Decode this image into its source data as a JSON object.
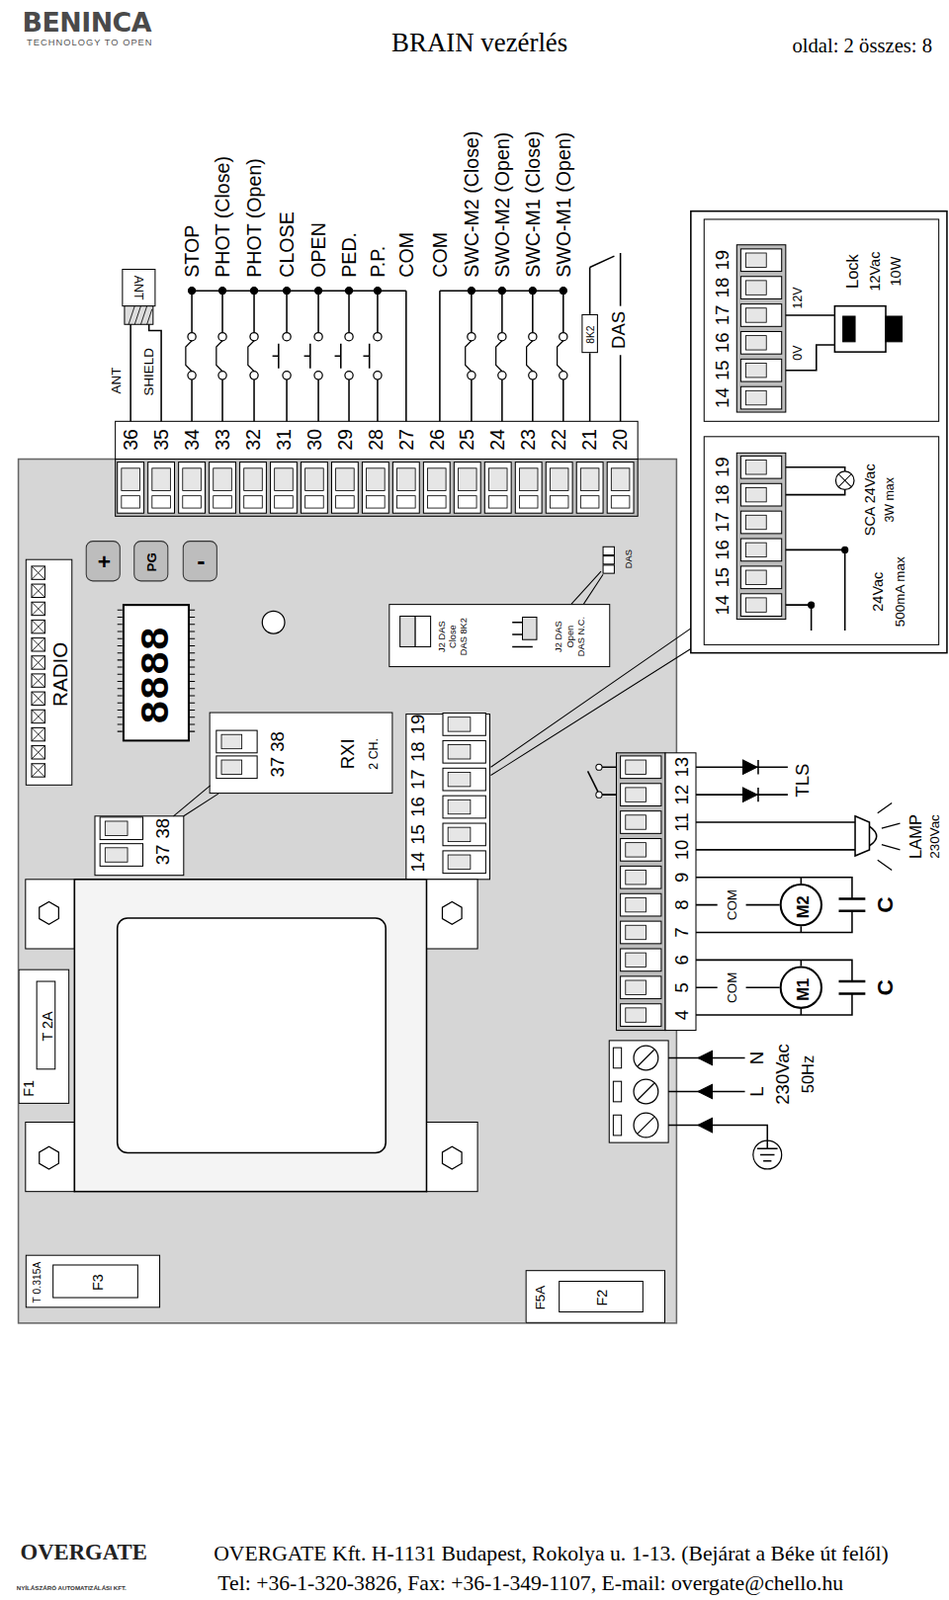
{
  "diagram": {
    "title": "BRAIN vezérlés",
    "nodes": [
      {
        "text": [
          "8888"
        ]
      },
      {
        "text": [
          "+"
        ]
      },
      {
        "text": [
          "PG"
        ]
      },
      {
        "text": [
          "-"
        ]
      },
      {
        "text": [
          "RADIO"
        ]
      },
      {
        "text": [
          "RXI",
          "2 CH."
        ]
      },
      {
        "text": [
          "J2 DAS",
          "Close",
          "DAS 8K2",
          "J2 DAS",
          "Open",
          "DAS N.C."
        ]
      },
      {
        "text": [
          "T 2A",
          "F1"
        ]
      },
      {
        "text": [
          "T 0.315A",
          "F3"
        ]
      },
      {
        "text": [
          "F5A",
          "F2"
        ]
      },
      {
        "text": [
          "M2"
        ]
      },
      {
        "text": [
          "M1"
        ]
      },
      {
        "text": [
          "8K2"
        ]
      }
    ],
    "labels": [
      "BENINCA",
      "TECHNOLOGY TO OPEN",
      "oldal: 2 összes: 8",
      "STOP",
      "PHOT (Close)",
      "PHOT (Open)",
      "CLOSE",
      "OPEN",
      "PED.",
      "P.P.",
      "COM",
      "COM",
      "SWC-M2 (Close)",
      "SWO-M2 (Open)",
      "SWC-M1 (Close)",
      "SWO-M1 (Open)",
      "DAS",
      "ANT",
      "SHIELD",
      "ANT",
      "36",
      "35",
      "34",
      "33",
      "32",
      "31",
      "30",
      "29",
      "28",
      "27",
      "26",
      "25",
      "24",
      "23",
      "22",
      "21",
      "20",
      "14",
      "15",
      "16",
      "17",
      "18",
      "19",
      "DAS",
      "37",
      "38",
      "37",
      "38",
      "4",
      "5",
      "6",
      "7",
      "8",
      "9",
      "10",
      "11",
      "12",
      "13",
      "TLS",
      "LAMP",
      "230Vac",
      "COM",
      "COM",
      "C",
      "C",
      "N",
      "L",
      "230Vac",
      "50Hz",
      "14",
      "15",
      "16",
      "17",
      "18",
      "19",
      "0V",
      "12V",
      "Lock",
      "12Vac",
      "10W",
      "14",
      "15",
      "16",
      "17",
      "18",
      "19",
      "SCA 24Vac",
      "3W max",
      "24Vac",
      "500mA max",
      "OVERGATE",
      "NYÍLÁSZÁRÓ AUTOMATIZÁLÁSI KFT.",
      "OVERGATE Kft. H-1131 Budapest, Rokolya u. 1-13. (Bejárat a Béke út felől)",
      "Tel: +36-1-320-3826, Fax: +36-1-349-1107, E-mail: overgate@chello.hu"
    ]
  }
}
